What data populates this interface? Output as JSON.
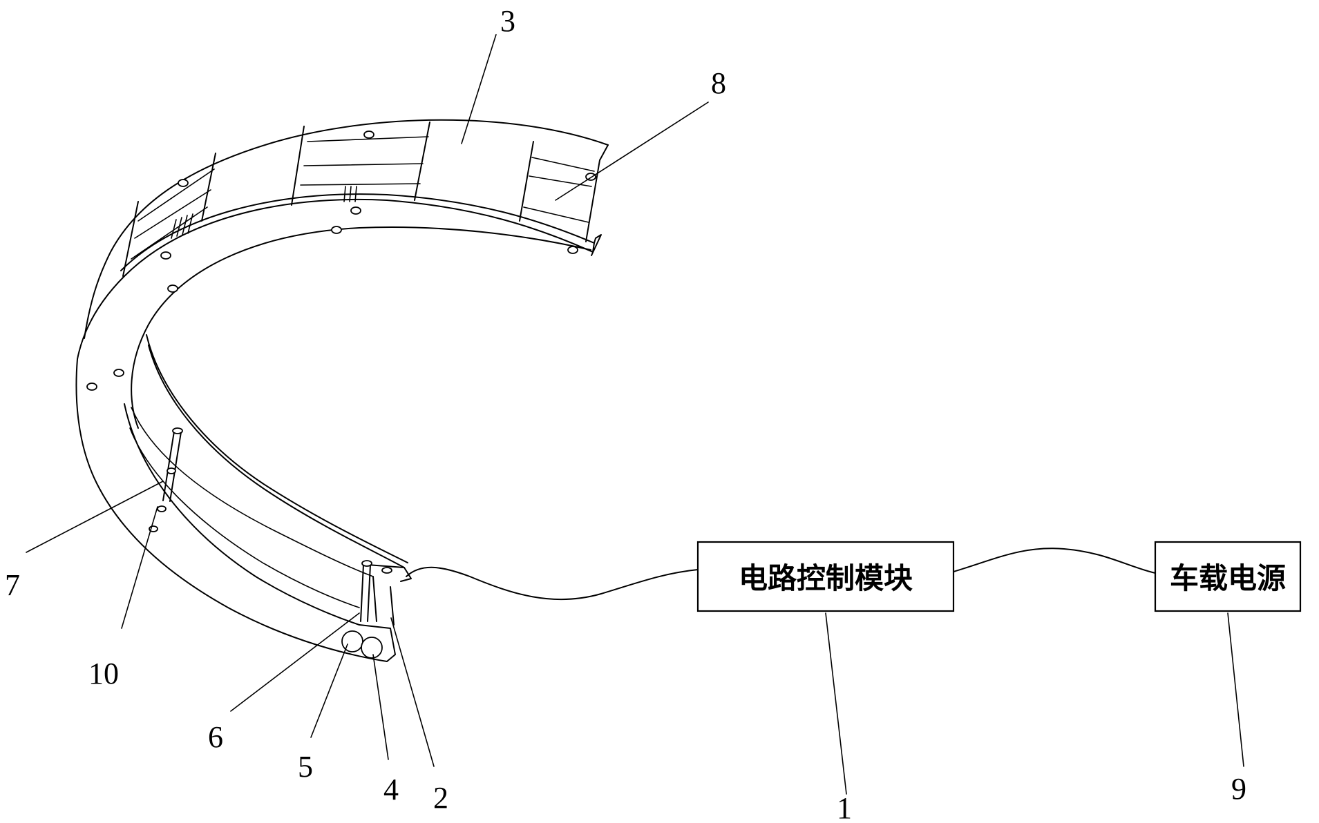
{
  "blocks": {
    "circuit_module": "电路控制模块",
    "vehicle_power": "车载电源"
  },
  "labels": {
    "n1": "1",
    "n2": "2",
    "n3": "3",
    "n4": "4",
    "n5": "5",
    "n6": "6",
    "n7": "7",
    "n8": "8",
    "n9": "9",
    "n10": "10"
  }
}
